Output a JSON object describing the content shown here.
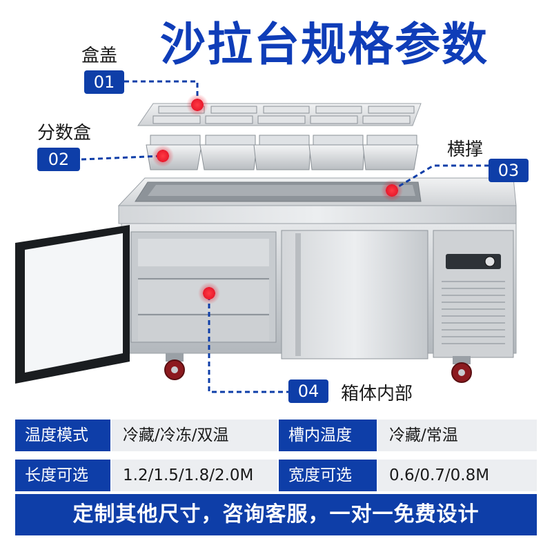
{
  "title": "沙拉台规格参数",
  "callouts": [
    {
      "label": "盒盖",
      "badge": "01"
    },
    {
      "label": "分数盒",
      "badge": "02"
    },
    {
      "label": "横撑",
      "badge": "03"
    },
    {
      "label": "箱体内部",
      "badge": "04"
    }
  ],
  "specs": [
    {
      "key1": "温度模式",
      "val1": "冷藏/冷冻/双温",
      "key2": "槽内温度",
      "val2": "冷藏/常温"
    },
    {
      "key1": "长度可选",
      "val1": "1.2/1.5/1.8/2.0M",
      "key2": "宽度可选",
      "val2": "0.6/0.7/0.8M"
    }
  ],
  "banner": "定制其他尺寸，咨询客服，一对一免费设计",
  "colors": {
    "brand": "#0e3ea8",
    "title": "#0f3db8",
    "marker": "#e8192c",
    "value_bg": "#eceef1"
  },
  "icons": {
    "marker": "red-dot-icon",
    "caster": "caster-wheel-icon",
    "knob": "thermostat-knob-icon"
  }
}
